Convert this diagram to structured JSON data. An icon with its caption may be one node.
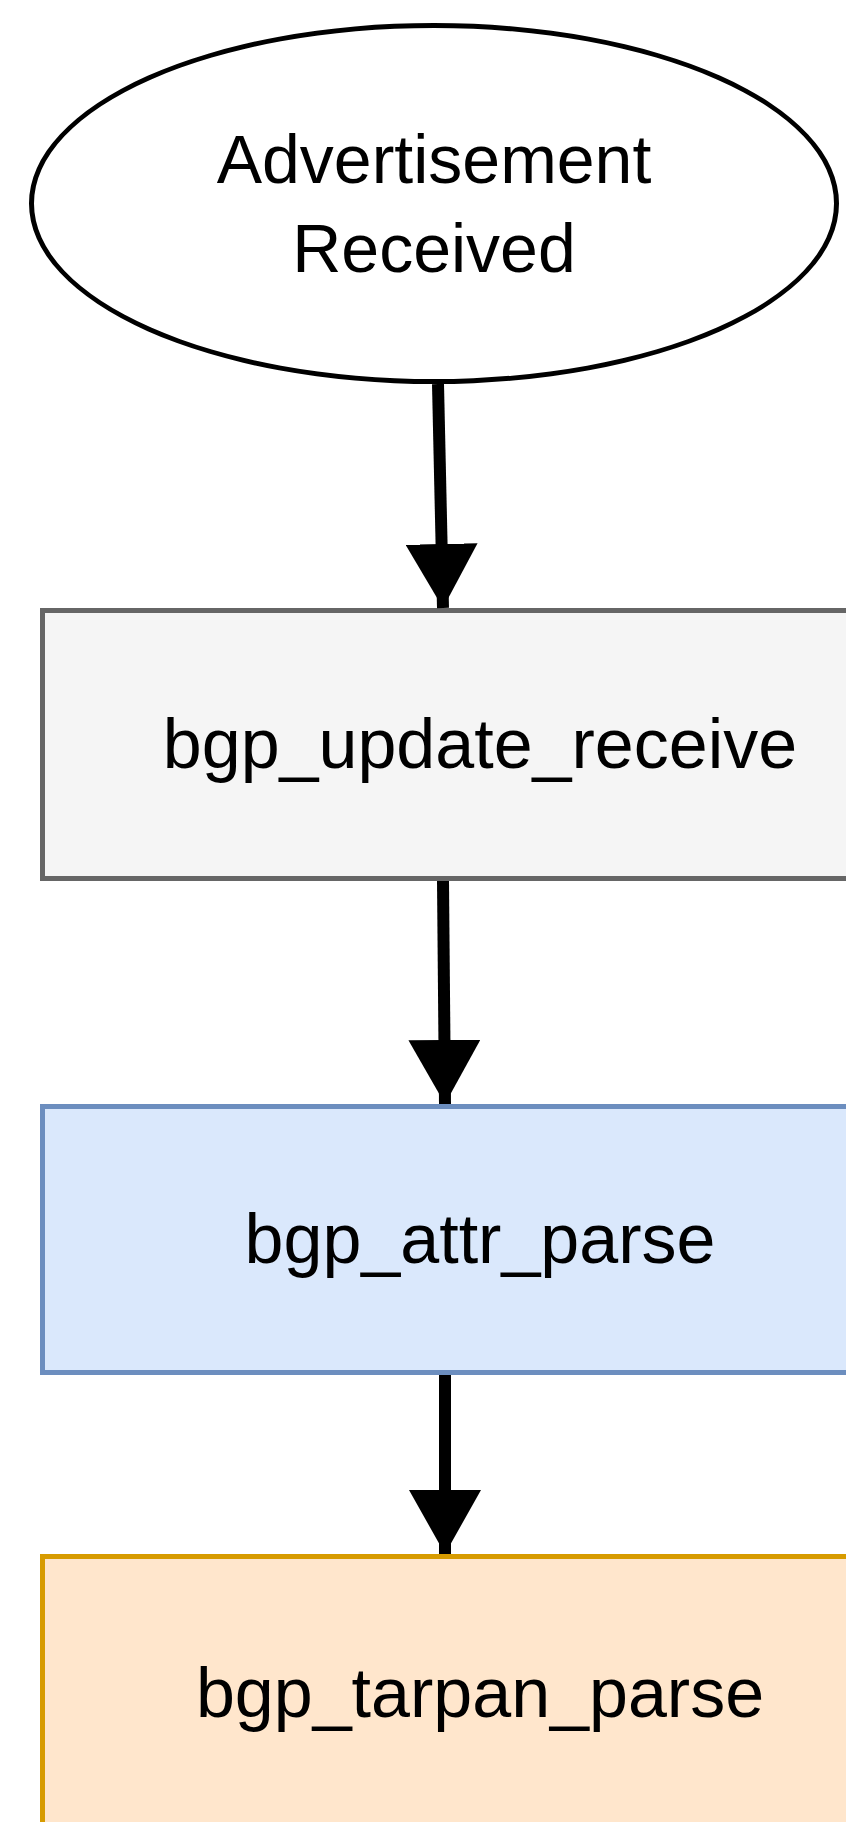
{
  "diagram": {
    "nodes": [
      {
        "text": [
          "Advertisement Received"
        ]
      },
      {
        "text": [
          "bgp_update_receive"
        ]
      },
      {
        "text": [
          "bgp_attr_parse"
        ]
      },
      {
        "text": [
          "bgp_tarpan_parse"
        ]
      }
    ],
    "edges": [
      {
        "from": 0,
        "to": 1,
        "arrow": "to"
      },
      {
        "from": 1,
        "to": 2,
        "arrow": "to"
      },
      {
        "from": 2,
        "to": 3,
        "arrow": "to"
      }
    ]
  }
}
